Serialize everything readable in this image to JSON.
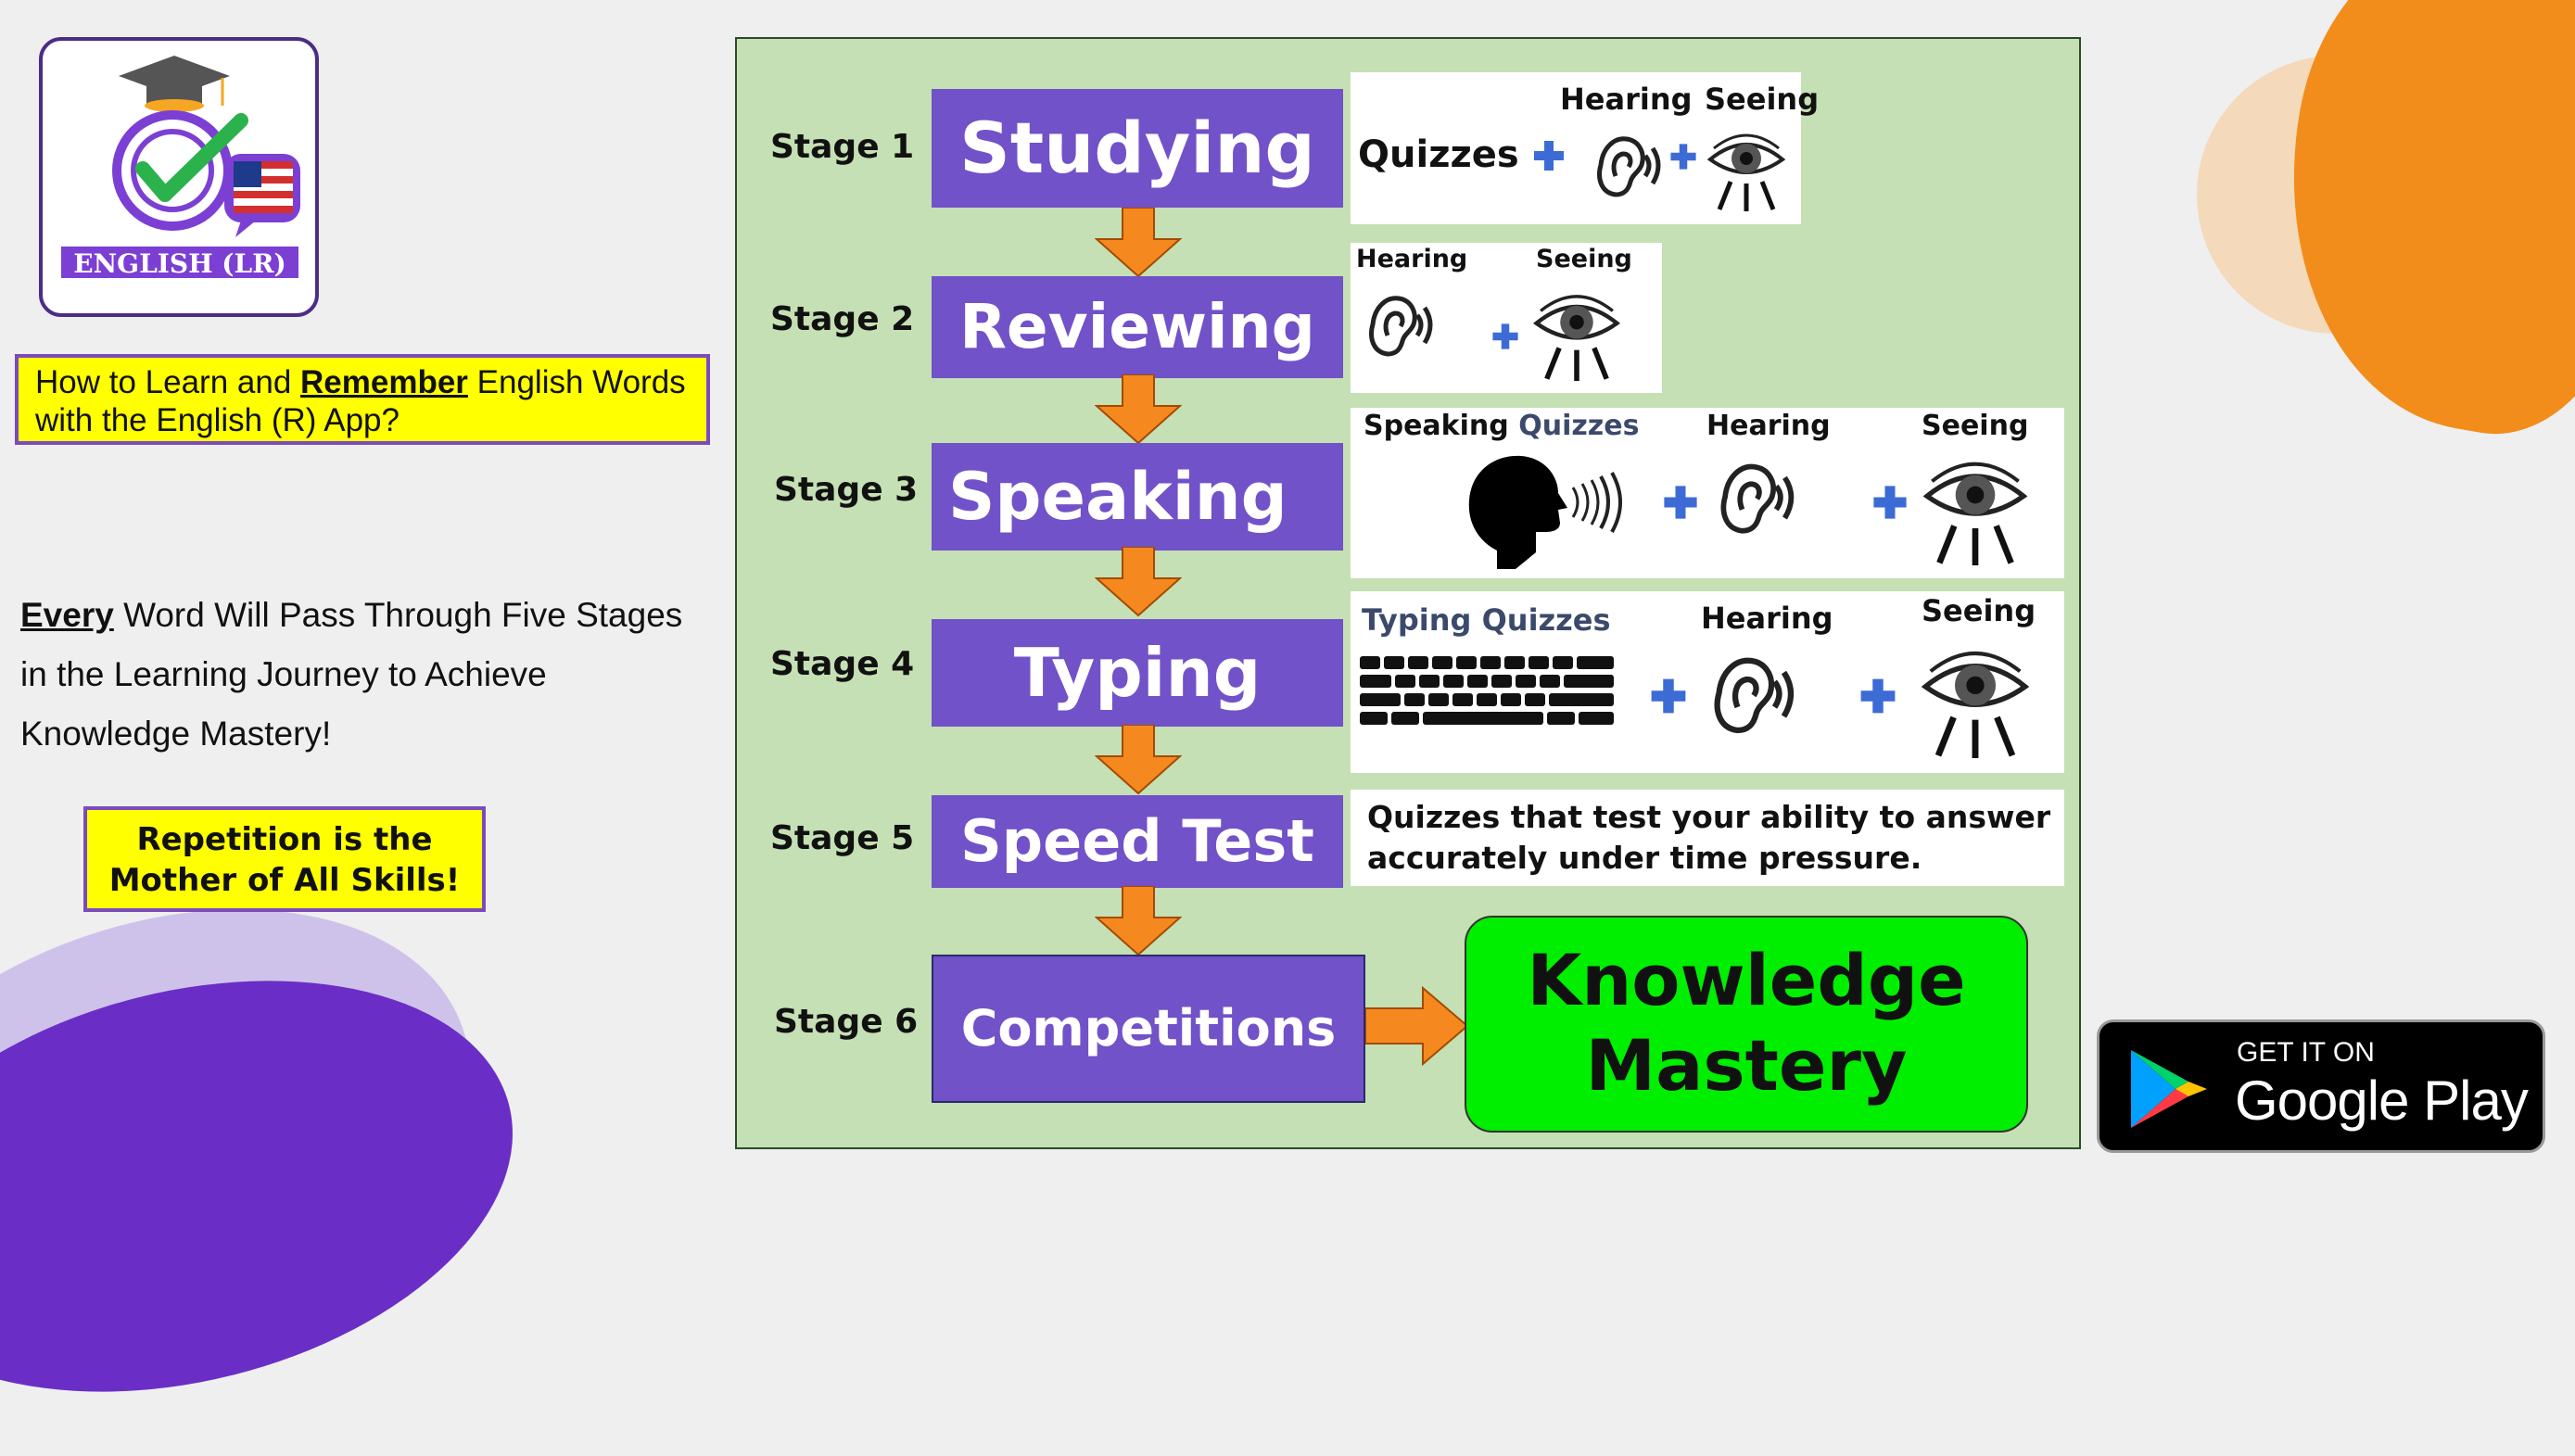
{
  "logo": {
    "label": "ENGLISH (LR)"
  },
  "question": {
    "pre": "How to Learn and ",
    "emph": "Remember",
    "post": " English Words with the English (R) App?"
  },
  "journey": {
    "emph": "Every",
    "text": " Word Will Pass Through Five Stages in the Learning Journey to Achieve Knowledge Mastery!"
  },
  "repetition": {
    "line1": "Repetition is the",
    "line2": "Mother of All Skills!"
  },
  "stages": [
    {
      "label": "Stage 1",
      "name": "Studying"
    },
    {
      "label": "Stage 2",
      "name": "Reviewing"
    },
    {
      "label": "Stage 3",
      "name": "Speaking"
    },
    {
      "label": "Stage 4",
      "name": "Typing"
    },
    {
      "label": "Stage 5",
      "name": "Speed Test"
    },
    {
      "label": "Stage 6",
      "name": "Competitions"
    }
  ],
  "details": {
    "quizzes": "Quizzes",
    "hearing": "Hearing",
    "seeing": "Seeing",
    "speaking_pre": "Speaking",
    "speaking_post": "Quizzes",
    "typing_quizzes": "Typing Quizzes",
    "speed_line1": "Quizzes that test your ability to answer",
    "speed_line2": "accurately under time pressure."
  },
  "mastery": {
    "line1": "Knowledge",
    "line2": "Mastery"
  },
  "google_play": {
    "small": "GET IT ON",
    "big": "Google Play"
  },
  "colors": {
    "stage": "#7152c9",
    "arrow": "#f5891f",
    "panel": "#c5e0b4",
    "mastery": "#00ee00",
    "highlight": "#ffff00"
  }
}
